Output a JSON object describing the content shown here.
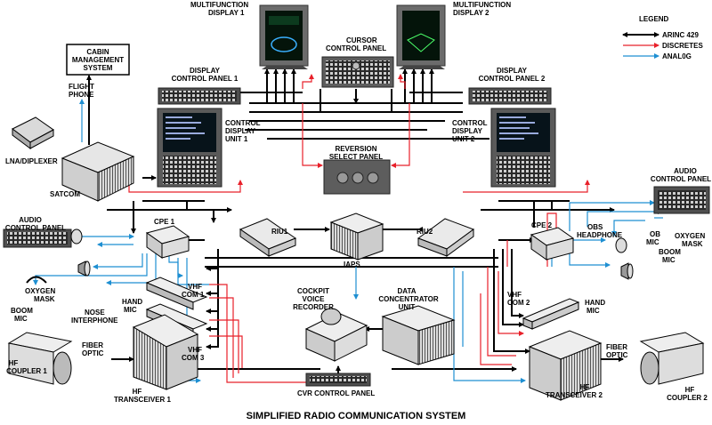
{
  "title": "SIMPLIFIED RADIO COMMUNICATION SYSTEM",
  "legend": {
    "heading": "LEGEND",
    "items": [
      {
        "label": "ARINC 429",
        "color": "#000000"
      },
      {
        "label": "DISCRETES",
        "color": "#e8202a"
      },
      {
        "label": "ANAL0G",
        "color": "#1e8fd2"
      }
    ]
  },
  "labels": {
    "mfd1": [
      "MULTIFUNCTION",
      "DISPLAY 1"
    ],
    "mfd2": [
      "MULTIFUNCTION",
      "DISPLAY 2"
    ],
    "ccp": [
      "CURSOR",
      "CONTROL PANEL"
    ],
    "cms": [
      "CABIN",
      "MANAGEMENT",
      "SYSTEM"
    ],
    "flight_phone": [
      "FLIGHT",
      "PHONE"
    ],
    "dcp1": [
      "DISPLAY",
      "CONTROL PANEL 1"
    ],
    "dcp2": [
      "DISPLAY",
      "CONTROL PANEL 2"
    ],
    "cdu1": [
      "CONTROL",
      "DISPLAY",
      "UNIT 1"
    ],
    "cdu2": [
      "CONTROL",
      "DISPLAY",
      "UNIT 2"
    ],
    "rsp": [
      "REVERSION",
      "SELECT PANEL"
    ],
    "lna": "LNA/DIPLEXER",
    "satcom": "SATCOM",
    "acp_left": [
      "AUDIO",
      "CONTROL PANEL"
    ],
    "acp_right": [
      "AUDIO",
      "CONTROL PANEL"
    ],
    "cpe1": "CPE 1",
    "cpe2": "CPE 2",
    "riu1": "RIU1",
    "riu2": "RIU2",
    "iaps": "IAPS",
    "obs_headphone": [
      "OBS",
      "HEADPHONE"
    ],
    "ob_mic": [
      "OB",
      "MIC"
    ],
    "oxygen_mask_right": [
      "OXYGEN",
      "MASK"
    ],
    "boom_mic_right": [
      "BOOM",
      "MIC"
    ],
    "oxygen_mask_left": [
      "OXYGEN",
      "MASK"
    ],
    "boom_mic_left": [
      "BOOM",
      "MIC"
    ],
    "nose_interphone": [
      "NOSE",
      "INTERPHONE"
    ],
    "hand_mic_left": [
      "HAND",
      "MIC"
    ],
    "hand_mic_right": [
      "HAND",
      "MIC"
    ],
    "vhf1": [
      "VHF",
      "COM 1"
    ],
    "vhf2": [
      "VHF",
      "COM 2"
    ],
    "vhf3": [
      "VHF",
      "COM 3"
    ],
    "cvr": [
      "COCKPIT",
      "VOICE",
      "RECORDER"
    ],
    "dcu": [
      "DATA",
      "CONCENTRATOR",
      "UNIT"
    ],
    "cvr_panel": "CVR CONTROL PANEL",
    "hf_xcvr1": [
      "HF",
      "TRANSCEIVER 1"
    ],
    "hf_xcvr2": [
      "HF",
      "TRANSCEIVER 2"
    ],
    "hf_coupler1": [
      "HF",
      "COUPLER 1"
    ],
    "hf_coupler2": [
      "HF",
      "COUPLER 2"
    ],
    "fiber_optic_left": [
      "FIBER",
      "OPTIC"
    ],
    "fiber_optic_right": [
      "FIBER",
      "OPTIC"
    ]
  }
}
